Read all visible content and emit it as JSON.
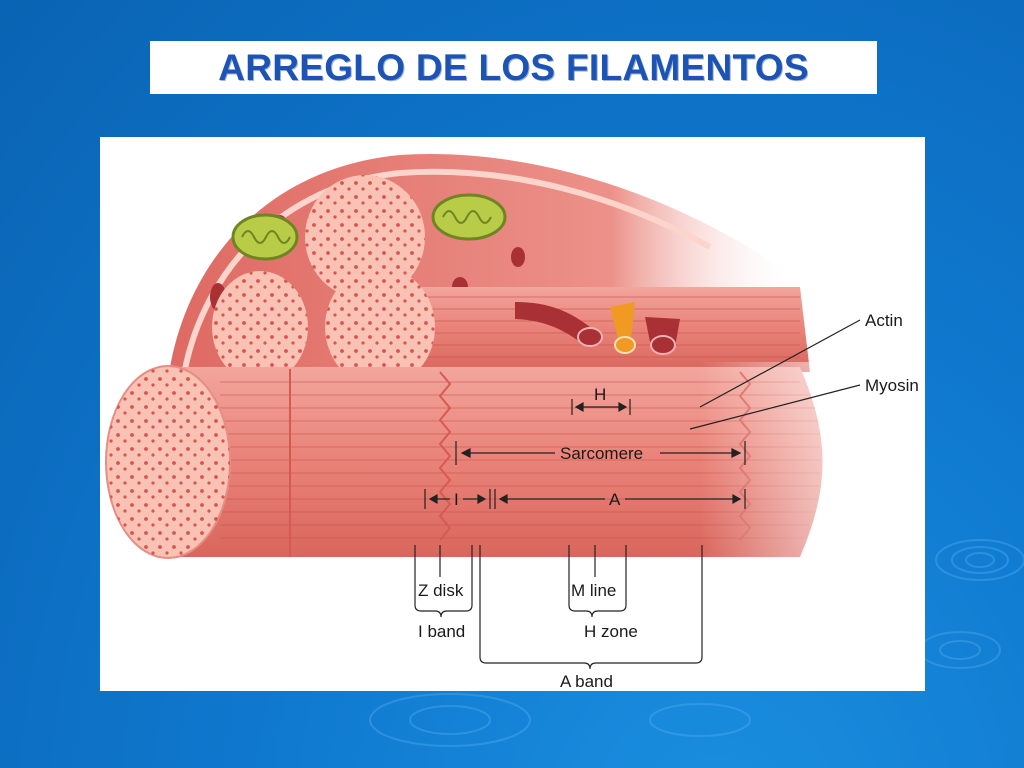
{
  "slide": {
    "title": "ARREGLO DE LOS FILAMENTOS",
    "background_color": "#0f79cf",
    "title_color": "#1d53b4"
  },
  "diagram": {
    "labels": {
      "actin": "Actin",
      "myosin": "Myosin",
      "h": "H",
      "sarcomere": "Sarcomere",
      "i": "I",
      "a": "A",
      "z_disk": "Z disk",
      "m_line": "M line",
      "i_band": "I band",
      "h_zone": "H zone",
      "a_band": "A band"
    },
    "colors": {
      "muscle": "#e77b72",
      "muscle_light": "#f3aaa2",
      "cross_section": "#f9c2b4",
      "dots": "#d9544a",
      "mitochondria": "#b9cc48",
      "vessel": "#a93035",
      "nerve": "#f09a24"
    }
  }
}
